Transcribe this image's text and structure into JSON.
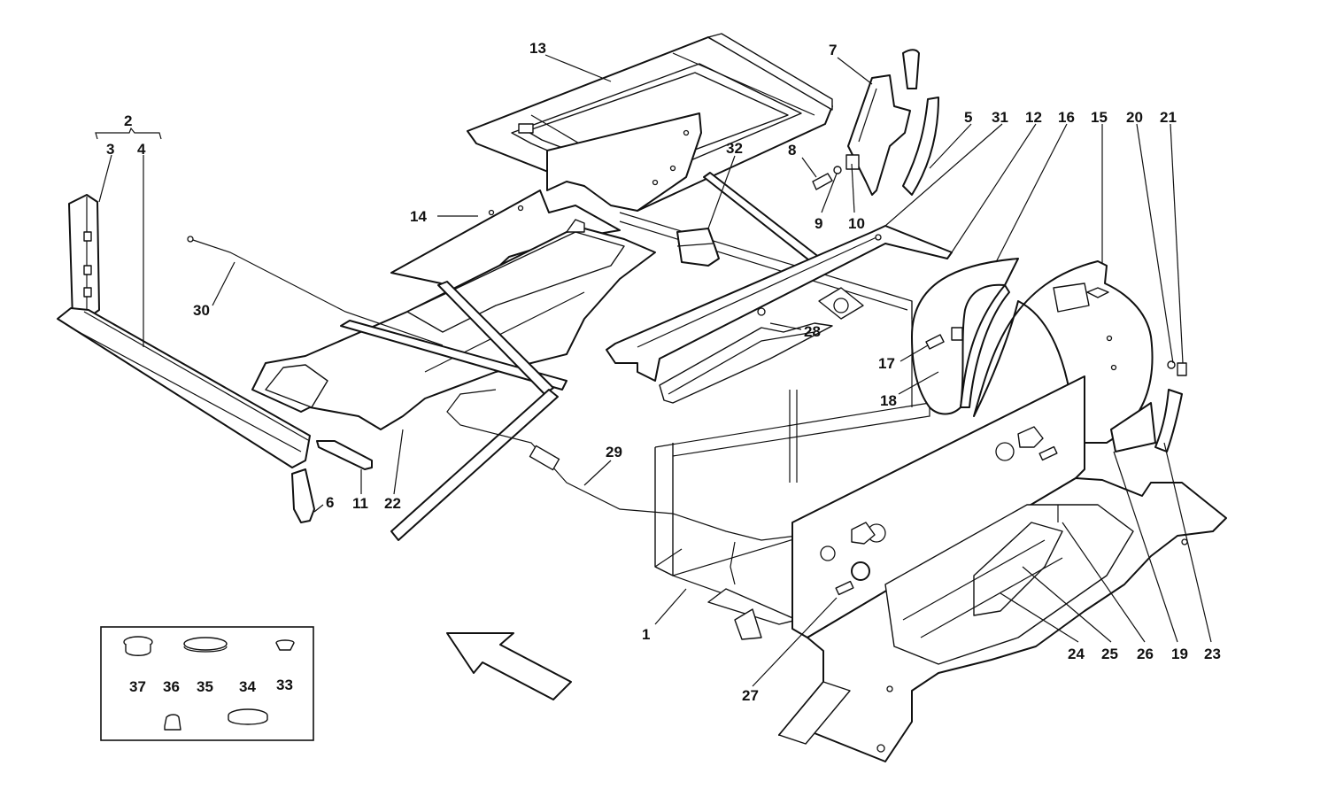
{
  "callouts": {
    "c1": "1",
    "c2": "2",
    "c3": "3",
    "c4": "4",
    "c5": "5",
    "c6": "6",
    "c7": "7",
    "c8": "8",
    "c9": "9",
    "c10": "10",
    "c11": "11",
    "c12": "12",
    "c13": "13",
    "c14": "14",
    "c15": "15",
    "c16": "16",
    "c17": "17",
    "c18": "18",
    "c19": "19",
    "c20": "20",
    "c21": "21",
    "c22": "22",
    "c23": "23",
    "c24": "24",
    "c25": "25",
    "c26": "26",
    "c27": "27",
    "c28": "28",
    "c29": "29",
    "c30": "30",
    "c31": "31",
    "c32": "32",
    "c33": "33",
    "c34": "34",
    "c35": "35",
    "c36": "36",
    "c37": "37"
  },
  "colors": {
    "line": "#111111",
    "background": "#ffffff"
  }
}
